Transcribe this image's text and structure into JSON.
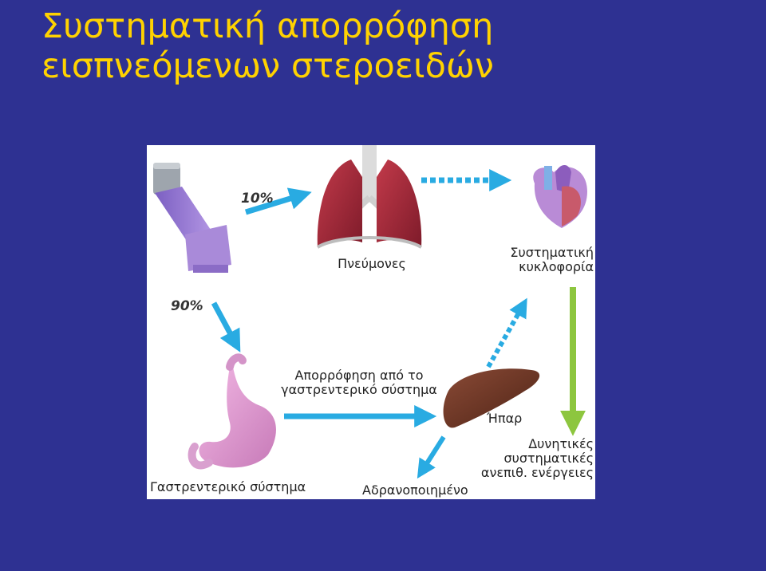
{
  "title": {
    "line1": "Συστηματική απορρόφηση",
    "line2": "εισπνεόμενων στεροειδών"
  },
  "diagram": {
    "pct_lungs": "10%",
    "pct_gi": "90%",
    "lungs": "Πνεύμονες",
    "systemic_line1": "Συστηματική",
    "systemic_line2": "κυκλοφορία",
    "absorption_line1": "Απορρόφηση από το",
    "absorption_line2": "γαστρεντερικό σύστημα",
    "liver": "Ήπαρ",
    "effects_line1": "Δυνητικές",
    "effects_line2": "συστηματικές",
    "effects_line3": "ανεπιθ. ενέργειες",
    "gi_tract": "Γαστρεντερικό σύστημα",
    "inactivated": "Αδρανοποιημένο"
  },
  "colors": {
    "background": "#2e3192",
    "title": "#ffd200",
    "arrow_blue": "#29abe2",
    "arrow_green": "#8dc63f"
  },
  "icons": [
    "inhaler-icon",
    "lungs-icon",
    "heart-icon",
    "stomach-icon",
    "liver-icon"
  ]
}
